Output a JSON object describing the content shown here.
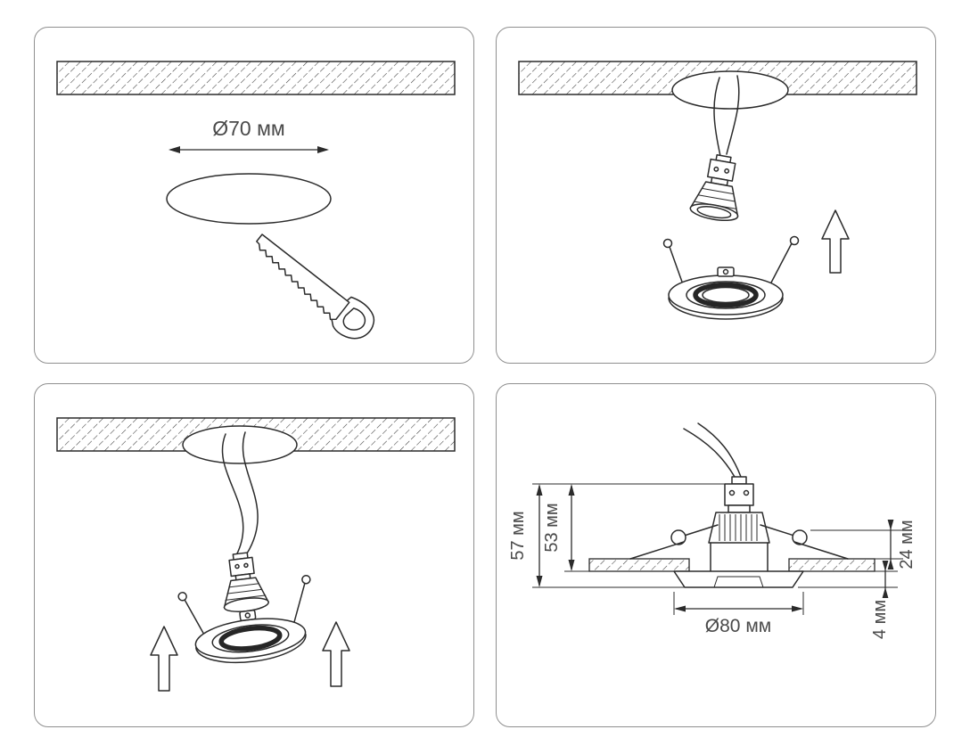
{
  "colors": {
    "line": "#2b2b2b",
    "panel_border": "#8f8f8f",
    "text": "#4a4a4a"
  },
  "step1": {
    "hole_diameter_label": "Ø70 мм"
  },
  "step4": {
    "total_height_label": "57 мм",
    "recess_height_label": "53 мм",
    "clearance_label": "24 мм",
    "trim_protrusion_label": "4 мм",
    "trim_diameter_label": "Ø80 мм"
  }
}
